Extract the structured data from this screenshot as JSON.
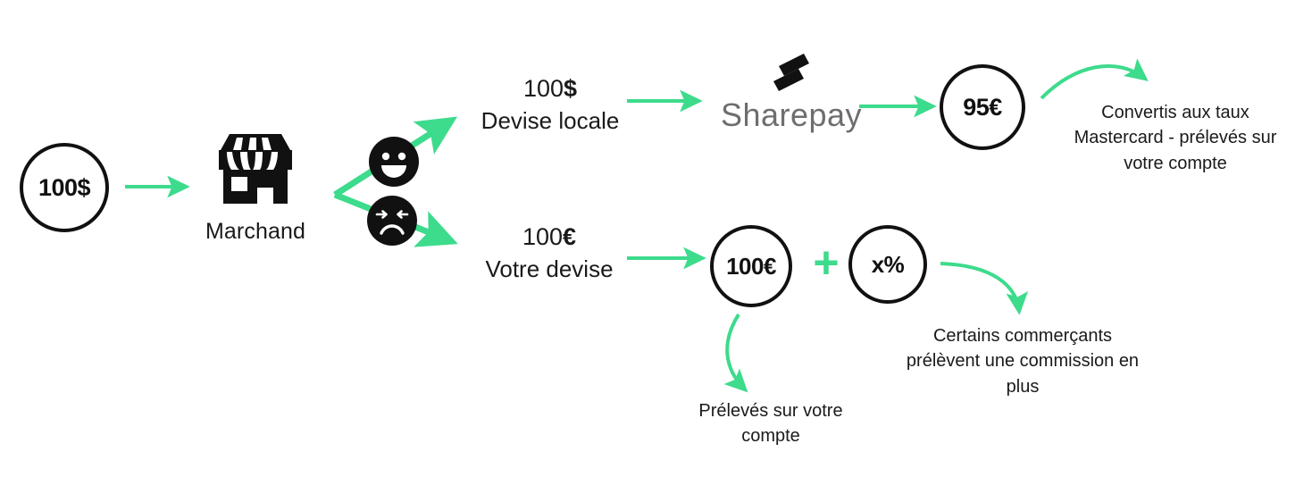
{
  "diagram": {
    "title": "Sharepay currency conversion flow",
    "accent_color": "#3ddb8c",
    "ink_color": "#111111",
    "wordmark_color": "#6e6e6e"
  },
  "nodes": {
    "start_amount": "100$",
    "merchant_label": "Marchand",
    "sharepay_wordmark": "Sharepay",
    "converted_amount": "95€",
    "local_amount_value": "100",
    "local_amount_symbol": "$",
    "local_amount_caption": "Devise locale",
    "own_amount_value": "100",
    "own_amount_symbol": "€",
    "own_amount_caption": "Votre devise",
    "charged_amount": "100€",
    "extra_fee": "x%",
    "plus_symbol": "+"
  },
  "notes": {
    "convert_note": "Convertis aux taux Mastercard - prélevés sur votre compte",
    "debit_note": "Prélevés sur votre compte",
    "commission_note": "Certains commerçants prélèvent une commission en plus"
  },
  "icons": {
    "happy_face": "happy-face-icon",
    "sad_face": "sad-face-icon",
    "store": "storefront-icon",
    "logo_mark": "sharepay-logo-mark"
  }
}
